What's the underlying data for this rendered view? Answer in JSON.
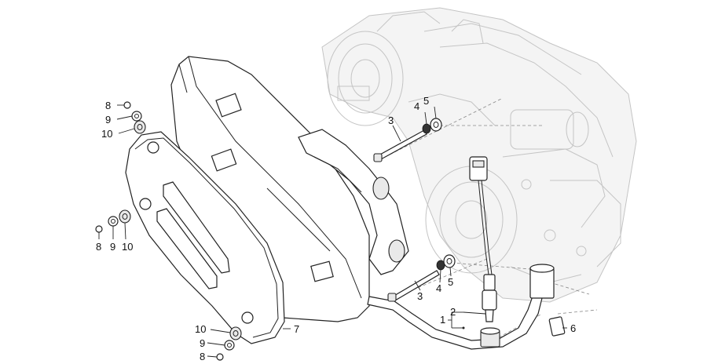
{
  "labels": {
    "c1": "1",
    "c2": "2",
    "c3a": "3",
    "c3b": "3",
    "c4a": "4",
    "c4b": "4",
    "c5a": "5",
    "c5b": "5",
    "c6": "6",
    "c7": "7",
    "c8a": "8",
    "c8b": "8",
    "c8c": "8",
    "c9a": "9",
    "c9b": "9",
    "c9c": "9",
    "c10a": "10",
    "c10b": "10",
    "c10c": "10"
  }
}
